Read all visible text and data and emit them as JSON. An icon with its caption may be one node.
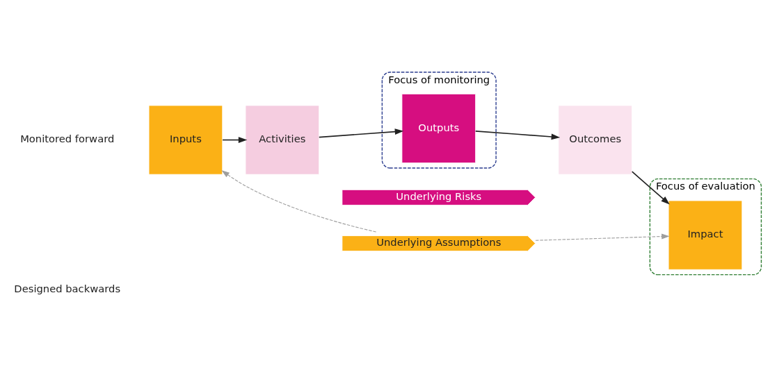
{
  "diagram": {
    "nodes": [
      {
        "text": [
          "Focus of monitoring"
        ]
      },
      {
        "text": [
          "Focus of evaluation"
        ]
      },
      {
        "text": [
          "Inputs"
        ]
      },
      {
        "text": [
          "Activities"
        ]
      },
      {
        "text": [
          "Outputs"
        ],
        "in": 0
      },
      {
        "text": [
          "Outcomes"
        ]
      },
      {
        "text": [
          "Impact"
        ],
        "in": 1
      },
      {
        "text": [
          "Underlying Assumptions"
        ]
      },
      {
        "text": [
          "Underlying Risks"
        ]
      }
    ],
    "edges": [
      {
        "from": 2,
        "to": 3,
        "arrow": "to"
      },
      {
        "from": 3,
        "to": 4,
        "arrow": "to"
      },
      {
        "from": 4,
        "to": 5,
        "arrow": "to"
      },
      {
        "from": 5,
        "to": 6,
        "arrow": "to"
      },
      {
        "from": 7,
        "to": 2,
        "arrow": "to",
        "style": "dashed",
        "color": "#9e9e9e"
      },
      {
        "from": 7,
        "to": 6,
        "arrow": "to",
        "style": "dashed",
        "color": "#9e9e9e"
      }
    ],
    "labels": [
      "Monitored forward",
      "Designed backwards"
    ]
  }
}
